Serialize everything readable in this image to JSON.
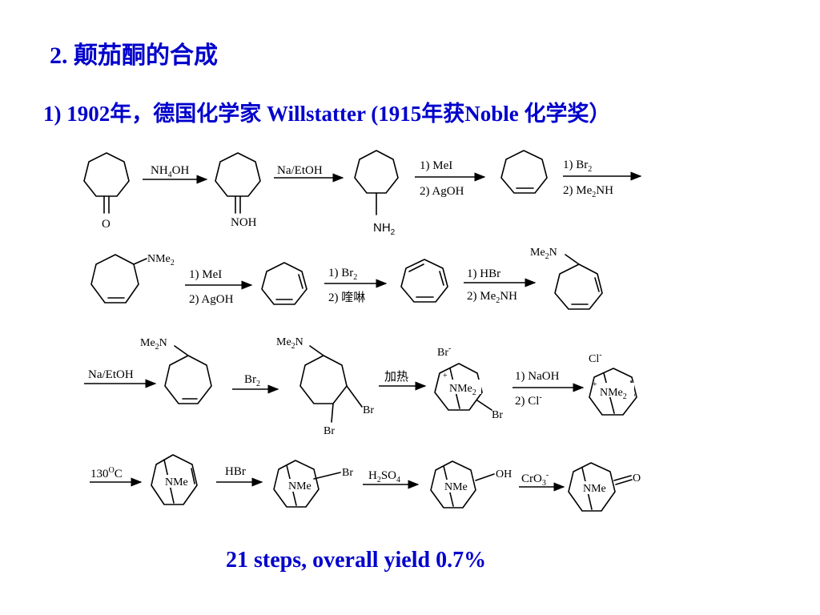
{
  "title": "2. 颠茄酮的合成",
  "subtitle": "1)  1902年，德国化学家 Willstatter (1915年获Noble 化学奖）",
  "footer": "21 steps, overall yield 0.7%",
  "labels": {
    "o": "O",
    "noh": "NOH",
    "nh": "NH",
    "nh_sub": "2",
    "nme2_1": "NMe",
    "nme2_1_sub": "2",
    "me2n": "Me",
    "me2n_sub": "2",
    "me2n_n": "N",
    "br": "Br",
    "br_minus": "-",
    "n_plus": "+",
    "nme": "NMe",
    "nme_sub": "2",
    "cl": "Cl",
    "oh": "OH",
    "o2": "O",
    "nme_bic": "NMe"
  },
  "reagents": {
    "r1": "NH",
    "r1_sub": "4",
    "r1_end": "OH",
    "r2": "Na/EtOH",
    "r3a": "1) MeI",
    "r3b": "2) AgOH",
    "r4a": "1)  Br",
    "r4a_sub": "2",
    "r4b": "2)  Me",
    "r4b_sub": "2",
    "r4b_end": "NH",
    "r5a": "1) MeI",
    "r5b": "2) AgOH",
    "r6a": "1)  Br",
    "r6a_sub": "2",
    "r6b": "2)  喹啉",
    "r7a": "1) HBr",
    "r7b": "2) Me",
    "r7b_sub": "2",
    "r7b_end": "NH",
    "r8": "Na/EtOH",
    "r9": "Br",
    "r9_sub": "2",
    "r10": "加热",
    "r11a": "1) NaOH",
    "r11b": "2) Cl",
    "r11b_sup": "-",
    "r12": "130",
    "r12_sup": "O",
    "r12_end": "C",
    "r13": "HBr",
    "r14": "H",
    "r14_sub": "2",
    "r14_end": "SO",
    "r14_sub2": "4",
    "r15": "CrO",
    "r15_sub": "3",
    "r15_sup": "-"
  }
}
